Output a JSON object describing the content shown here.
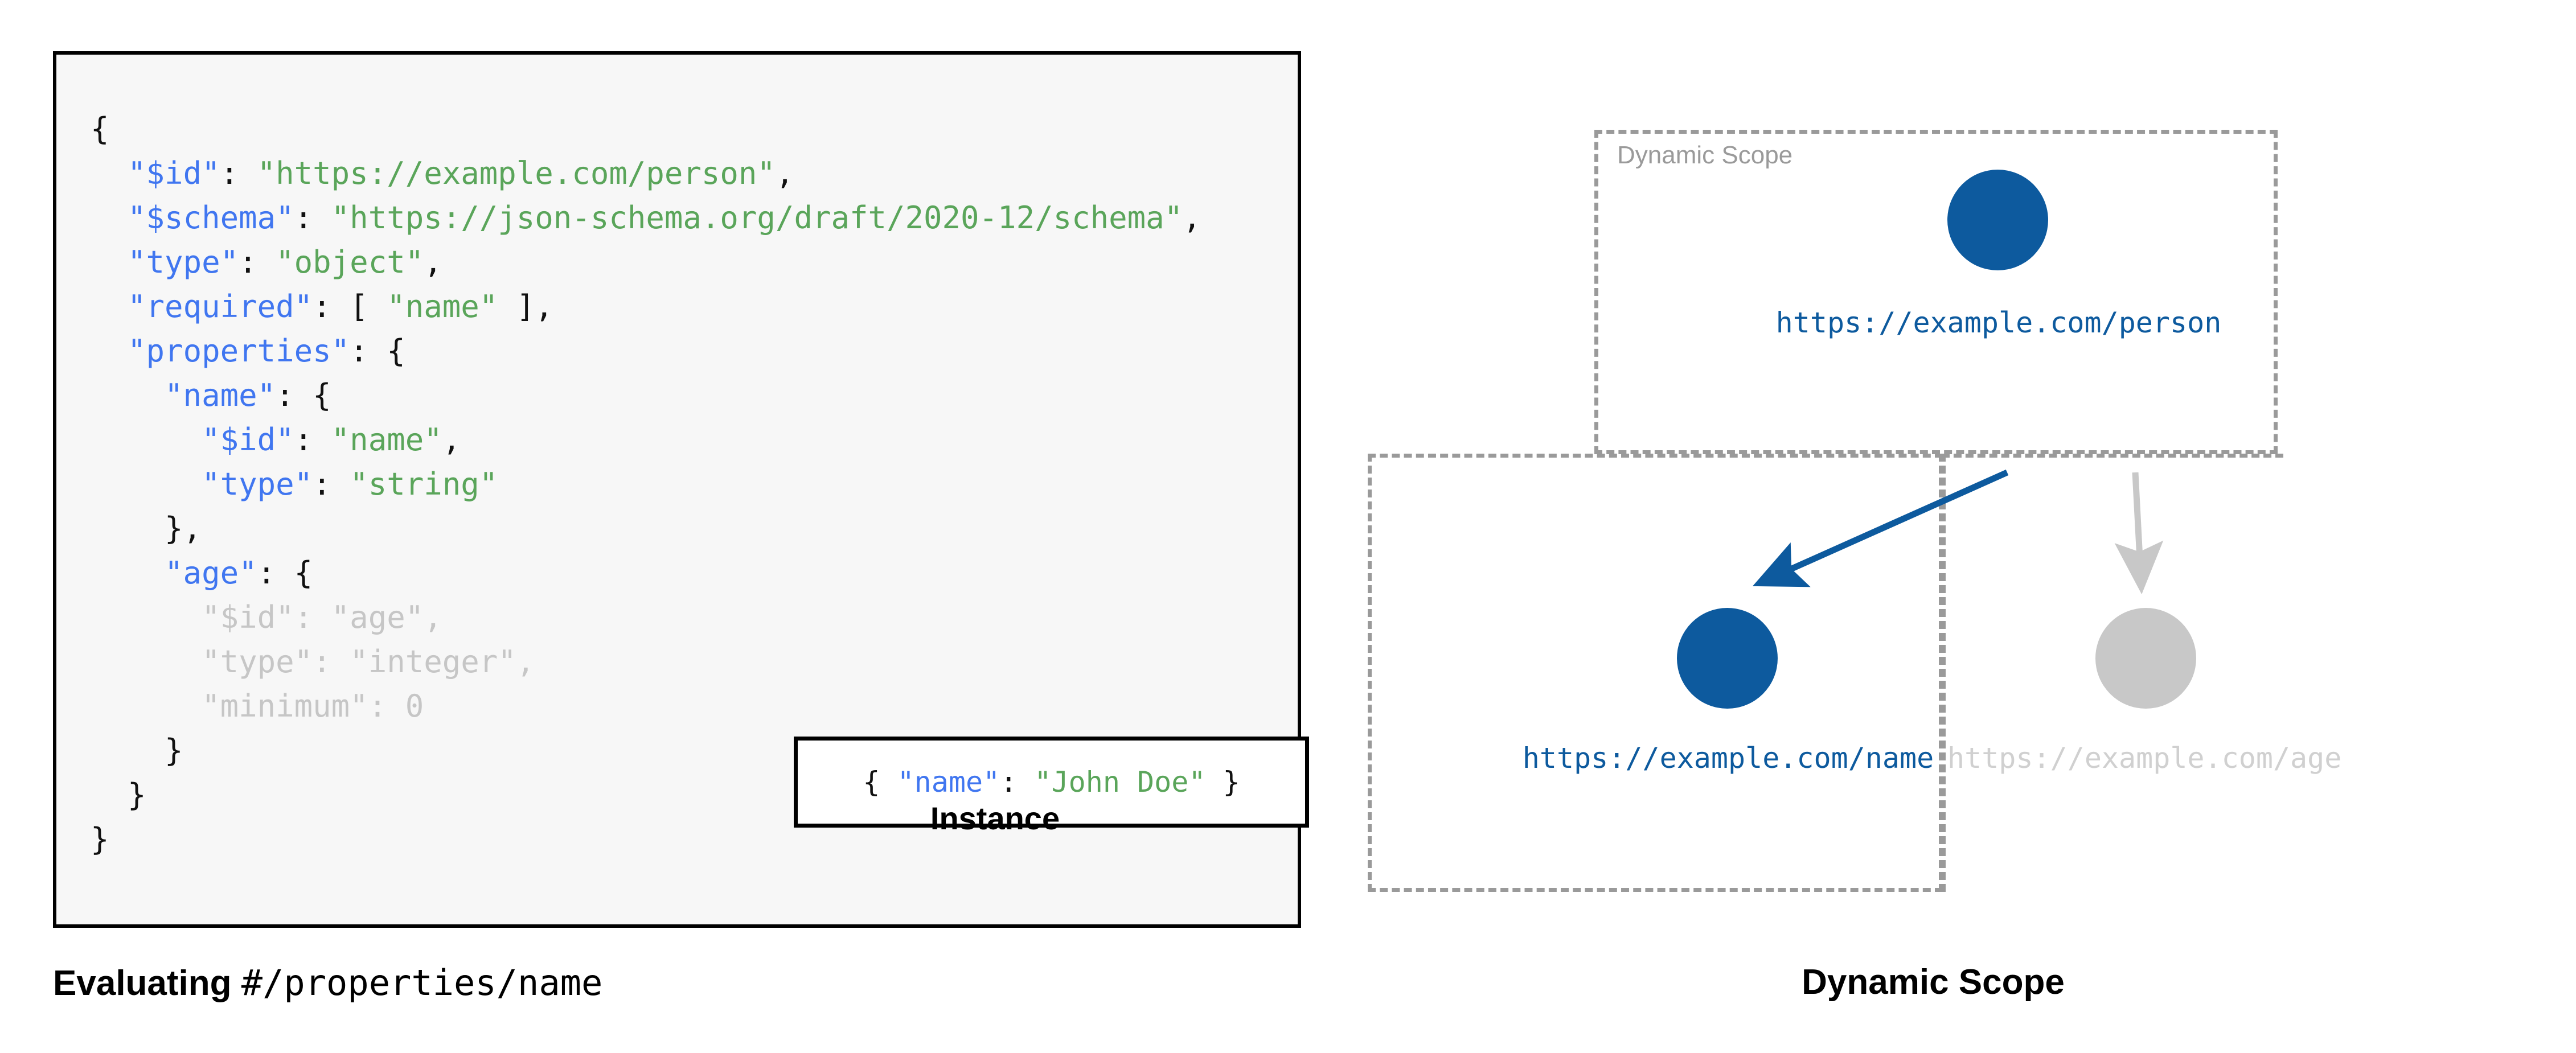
{
  "left_panel": {
    "background_color": "#f7f7f7",
    "border_color": "#000000",
    "schema_lines": [
      [
        {
          "t": "{",
          "c": "p"
        }
      ],
      [
        {
          "t": "  ",
          "c": "p"
        },
        {
          "t": "\"$id\"",
          "c": "k"
        },
        {
          "t": ": ",
          "c": "p"
        },
        {
          "t": "\"https://example.com/person\"",
          "c": "s"
        },
        {
          "t": ",",
          "c": "p"
        }
      ],
      [
        {
          "t": "  ",
          "c": "p"
        },
        {
          "t": "\"$schema\"",
          "c": "k"
        },
        {
          "t": ": ",
          "c": "p"
        },
        {
          "t": "\"https://json-schema.org/draft/2020-12/schema\"",
          "c": "s"
        },
        {
          "t": ",",
          "c": "p"
        }
      ],
      [
        {
          "t": "  ",
          "c": "p"
        },
        {
          "t": "\"type\"",
          "c": "k"
        },
        {
          "t": ": ",
          "c": "p"
        },
        {
          "t": "\"object\"",
          "c": "s"
        },
        {
          "t": ",",
          "c": "p"
        }
      ],
      [
        {
          "t": "  ",
          "c": "p"
        },
        {
          "t": "\"required\"",
          "c": "k"
        },
        {
          "t": ": [ ",
          "c": "p"
        },
        {
          "t": "\"name\"",
          "c": "s"
        },
        {
          "t": " ],",
          "c": "p"
        }
      ],
      [
        {
          "t": "  ",
          "c": "p"
        },
        {
          "t": "\"properties\"",
          "c": "k"
        },
        {
          "t": ": {",
          "c": "p"
        }
      ],
      [
        {
          "t": "    ",
          "c": "p"
        },
        {
          "t": "\"name\"",
          "c": "k"
        },
        {
          "t": ": {",
          "c": "p"
        }
      ],
      [
        {
          "t": "      ",
          "c": "p"
        },
        {
          "t": "\"$id\"",
          "c": "k"
        },
        {
          "t": ": ",
          "c": "p"
        },
        {
          "t": "\"name\"",
          "c": "s"
        },
        {
          "t": ",",
          "c": "p"
        }
      ],
      [
        {
          "t": "      ",
          "c": "p"
        },
        {
          "t": "\"type\"",
          "c": "k"
        },
        {
          "t": ": ",
          "c": "p"
        },
        {
          "t": "\"string\"",
          "c": "s"
        }
      ],
      [
        {
          "t": "    },",
          "c": "p"
        }
      ],
      [
        {
          "t": "    ",
          "c": "p"
        },
        {
          "t": "\"age\"",
          "c": "k"
        },
        {
          "t": ": {",
          "c": "p"
        }
      ],
      [
        {
          "t": "      ",
          "c": "p"
        },
        {
          "t": "\"$id\"",
          "c": "k"
        },
        {
          "t": ": ",
          "c": "p"
        },
        {
          "t": "\"age\"",
          "c": "s"
        },
        {
          "t": ",",
          "c": "p"
        }
      ],
      [
        {
          "t": "      ",
          "c": "p"
        },
        {
          "t": "\"type\"",
          "c": "k"
        },
        {
          "t": ": ",
          "c": "p"
        },
        {
          "t": "\"integer\"",
          "c": "s"
        },
        {
          "t": ",",
          "c": "p"
        }
      ],
      [
        {
          "t": "      ",
          "c": "p"
        },
        {
          "t": "\"minimum\"",
          "c": "k"
        },
        {
          "t": ": ",
          "c": "p"
        },
        {
          "t": "0",
          "c": "n"
        }
      ],
      [
        {
          "t": "    }",
          "c": "p"
        }
      ],
      [
        {
          "t": "  }",
          "c": "p"
        }
      ],
      [
        {
          "t": "}",
          "c": "p"
        }
      ]
    ],
    "dimmed_line_indices": [
      11,
      12,
      13
    ],
    "syntax_colors": {
      "key": "#4076f0",
      "string": "#5aa55a",
      "punctuation": "#111111",
      "dimmed": "#c6c6c6"
    },
    "instance": {
      "code_parts": [
        {
          "t": "{ ",
          "c": "p"
        },
        {
          "t": "\"name\"",
          "c": "k"
        },
        {
          "t": ": ",
          "c": "p"
        },
        {
          "t": "\"John Doe\"",
          "c": "s"
        },
        {
          "t": " }",
          "c": "p"
        }
      ],
      "label": "Instance"
    },
    "caption": {
      "bold_part": "Evaluating ",
      "mono_part": "#/properties/name"
    }
  },
  "right_panel": {
    "scope_box_label": "Dynamic Scope",
    "caption": "Dynamic Scope",
    "dash_color": "#9a9a9a",
    "colors": {
      "active": "#0d5a9e",
      "inactive": "#c8c8c8",
      "inactive_text": "#d0d0d0"
    },
    "nodes": [
      {
        "id": "person",
        "label": "https://example.com/person",
        "state": "active"
      },
      {
        "id": "name",
        "label": "https://example.com/name",
        "state": "active"
      },
      {
        "id": "age",
        "label": "https://example.com/age",
        "state": "inactive"
      }
    ],
    "edges": [
      {
        "from": "person",
        "to": "name",
        "state": "active"
      },
      {
        "from": "person",
        "to": "age",
        "state": "inactive"
      }
    ]
  }
}
